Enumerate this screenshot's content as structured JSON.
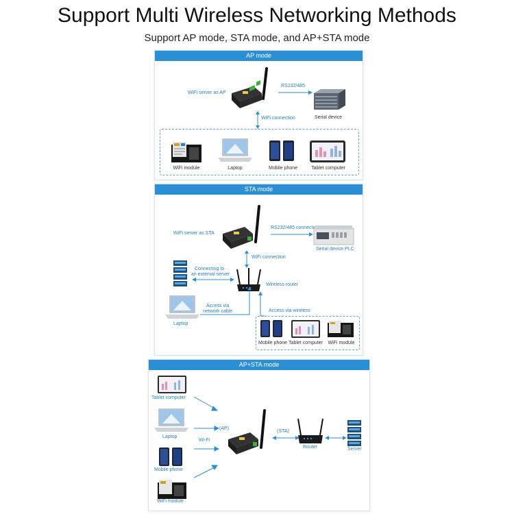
{
  "title": "Support Multi Wireless Networking Methods",
  "subtitle": "Support AP mode, STA mode, and AP+STA mode",
  "ap": {
    "header": "AP mode",
    "server_label": "WiFi server as AP",
    "rs_label": "RS232/485",
    "serial_label": "Serial device",
    "wifi_label": "WiFi connection",
    "clients": [
      "WiFi module",
      "Laptop",
      "Mobile phone",
      "Tablet computer"
    ]
  },
  "sta": {
    "header": "STA mode",
    "server_label": "WiFi server as STA",
    "rs_label": "RS232/485 connection",
    "plc_label": "Serial device PLC",
    "wifi_label": "WiFi connection",
    "ext_label_1": "Connecting to",
    "ext_label_2": "an external server",
    "router_label": "Wireless router",
    "cable_label_1": "Access via",
    "cable_label_2": "network cable",
    "laptop_label": "Laptop",
    "wireless_label": "Access via wireless",
    "clients": [
      "Mobile phone",
      "Tablet computer",
      "WiFi module"
    ]
  },
  "apsta": {
    "header": "AP+STA mode",
    "tablet_label": "Tablet computer",
    "laptop_label": "Laptop",
    "phone_label": "Mobile phone",
    "module_label": "WiFi module",
    "ap_label": "(AP)",
    "wifi_label": "Wi-Fi",
    "sta_label": "(STA)",
    "router_label": "Router",
    "server_label": "Server"
  }
}
